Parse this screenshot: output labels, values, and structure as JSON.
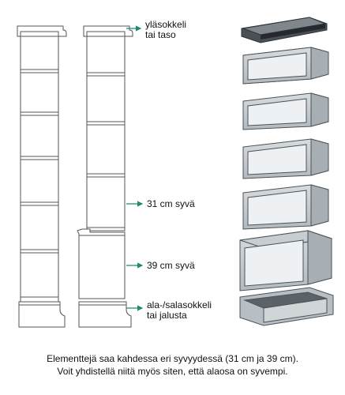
{
  "labels": {
    "top": [
      "yläsokkeli",
      "tai taso"
    ],
    "depth31": "31 cm syvä",
    "depth39": "39 cm syvä",
    "bottom": [
      "ala-/salasokkeli",
      "tai jalusta"
    ]
  },
  "caption": {
    "line1": "Elementtejä saa kahdessa eri syvyydessä (31 cm ja 39 cm).",
    "line2": "Voit yhdistellä niitä myös siten, että alaosa on syvempi."
  },
  "colors": {
    "line": "#555555",
    "arrow": "#1f8a72",
    "glass": "#eef1f3",
    "frame": "#9aa3a8",
    "dark": "#3a3f44"
  }
}
